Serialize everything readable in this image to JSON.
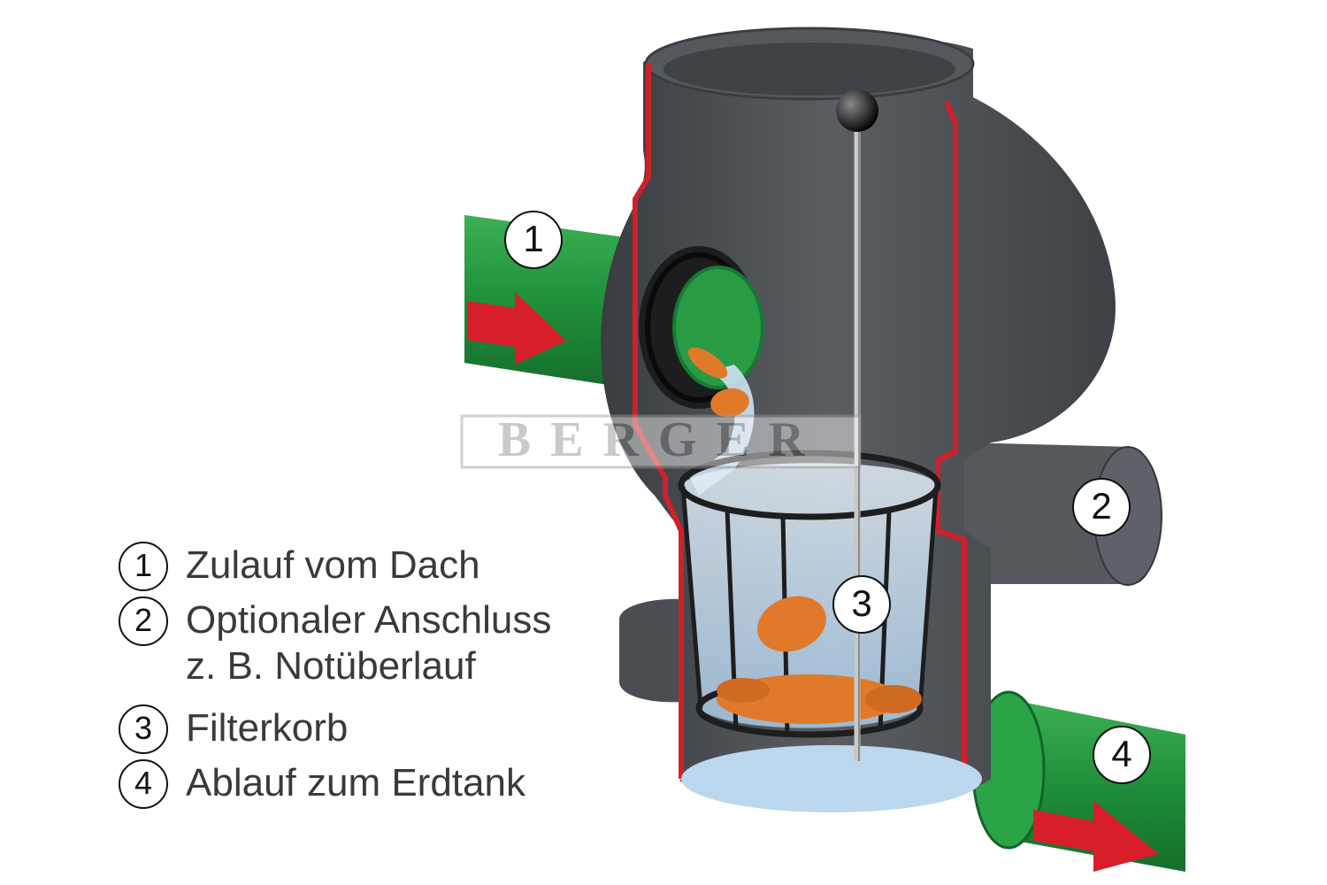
{
  "legend": [
    {
      "number": "1",
      "label": "Zulauf vom Dach"
    },
    {
      "number": "2",
      "label": "Optionaler Anschluss",
      "continuation": "z. B. Notüberlauf"
    },
    {
      "number": "3",
      "label": "Filterkorb"
    },
    {
      "number": "4",
      "label": "Ablauf zum Erdtank"
    }
  ],
  "callouts": [
    "1",
    "2",
    "3",
    "4"
  ],
  "watermark": "BERGER",
  "colors": {
    "pipe_green": "#1f8f3a",
    "housing_gray": "#4a4e53",
    "cut_red": "#d0202a",
    "arrow_red": "#d81e2a",
    "leaf_orange": "#e07a2a",
    "water_blue": "#bcd8ee"
  }
}
